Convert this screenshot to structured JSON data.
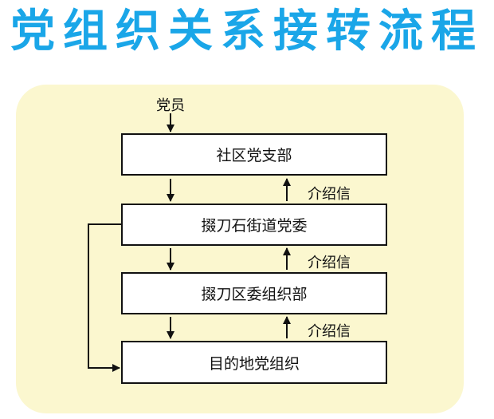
{
  "title": "党组织关系接转流程",
  "start_label": "党员",
  "boxes": [
    "社区党支部",
    "掇刀石街道党委",
    "掇刀区委组织部",
    "目的地党组织"
  ],
  "return_label": "介绍信",
  "colors": {
    "title": "#1aa6e8",
    "panel": "#fbf7cf",
    "line": "#111111"
  }
}
